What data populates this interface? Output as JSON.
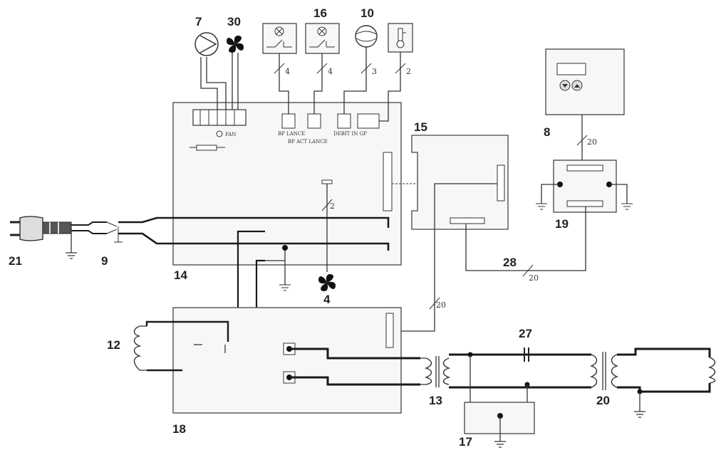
{
  "labels": {
    "n7": "7",
    "n30": "30",
    "n16": "16",
    "n10": "10",
    "n8": "8",
    "n15": "15",
    "n21": "21",
    "n9": "9",
    "n14": "14",
    "n4": "4",
    "n12": "12",
    "n27": "27",
    "n28": "28",
    "n19": "19",
    "n18": "18",
    "n13": "13",
    "n17": "17",
    "n20": "20"
  },
  "board_text": {
    "fan": "FAN",
    "bp_lance": "BP LANCE",
    "bp_act_lance": "BP ACT LANCE",
    "debit_in_gp": "DEBIT IN GP"
  },
  "bus_counts": {
    "b1": "4",
    "b2": "4",
    "b3": "3",
    "b4": "2",
    "b5": "2",
    "b6": "20",
    "b7": "20",
    "b8": "20"
  }
}
